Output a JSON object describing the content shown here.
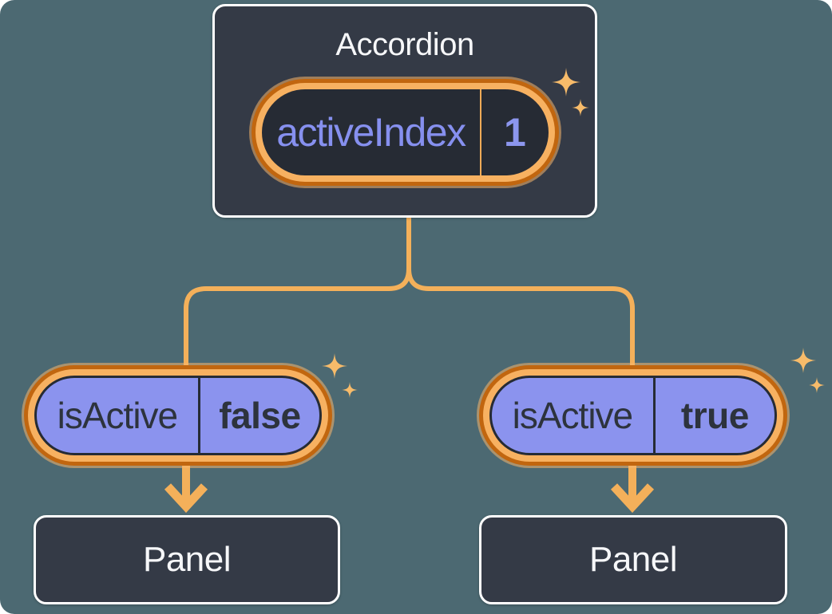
{
  "diagram": {
    "accordion": {
      "title": "Accordion",
      "state_pill": {
        "label": "activeIndex",
        "value": "1"
      }
    },
    "children": [
      {
        "prop_pill": {
          "label": "isActive",
          "value": "false"
        },
        "panel": {
          "label": "Panel"
        }
      },
      {
        "prop_pill": {
          "label": "isActive",
          "value": "true"
        },
        "panel": {
          "label": "Panel"
        }
      }
    ]
  },
  "icons": {
    "sparkle": "four-point-sparkle ✦",
    "arrow": "thick-down-arrow ↓"
  },
  "colors": {
    "bg": "#4C6972",
    "box_fill": "#343A46",
    "box_border": "#FFFFFF",
    "ring_light": "#F7B161",
    "ring_dark": "#C1660F",
    "halo": "rgba(247,183,110,0.55)",
    "line": "#F4B05A",
    "state_pill_fill": "#262B34",
    "prop_pill_fill": "#8B93EE",
    "pill_border": "#262B34",
    "state_label_text": "#8690EF",
    "state_value_text": "#8C96EE",
    "state_divider": "#EFAB57",
    "prop_text": "#2D333D",
    "light_text": "#F6F7F9",
    "sparkle": "#F7BB6A"
  }
}
